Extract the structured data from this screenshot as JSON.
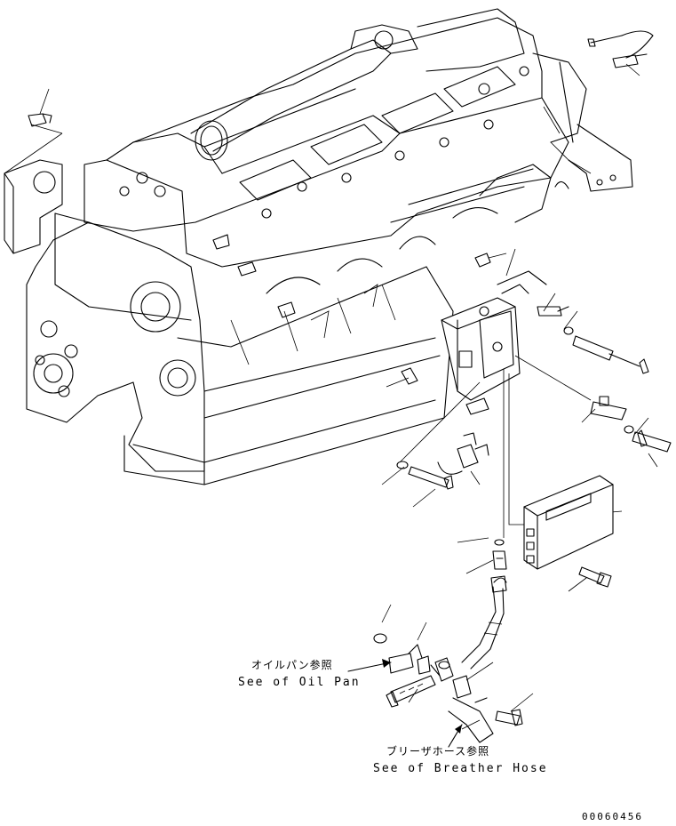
{
  "labels": {
    "oil_pan_jp": "オイルパン参照",
    "oil_pan_en": "See of Oil Pan",
    "breather_jp": "ブリーザホース参照",
    "breather_en": "See of Breather Hose",
    "drawing_number": "00060456"
  }
}
